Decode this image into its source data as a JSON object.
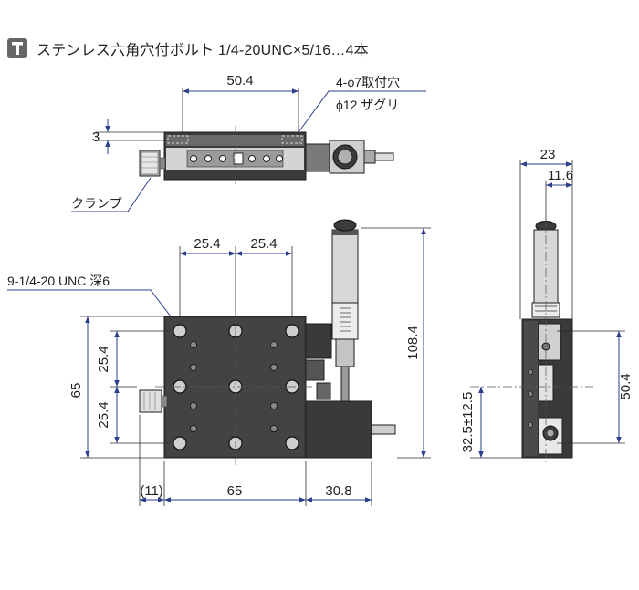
{
  "header": {
    "icon": "t-icon",
    "icon_letter": "T",
    "title": "ステンレス六角穴付ボルト 1/4-20UNC×5/16…4本"
  },
  "top_view": {
    "dim_width": "50.4",
    "dim_thickness": "3",
    "hole_note_1": "4-ϕ7取付穴",
    "hole_note_2": "ϕ12 ザグリ",
    "clamp_label": "クランプ"
  },
  "front_view": {
    "dim_pitch_x_left": "25.4",
    "dim_pitch_x_right": "25.4",
    "tapped_holes_note": "9-1/4-20 UNC 深6",
    "dim_pitch_y_upper": "25.4",
    "dim_pitch_y_lower": "25.4",
    "dim_height": "65",
    "dim_total_height": "108.4",
    "dim_clamp_offset": "(11)",
    "dim_width": "65",
    "dim_micrometer_offset": "30.8"
  },
  "side_view": {
    "dim_width": "23",
    "dim_offset": "11.6",
    "dim_height": "50.4",
    "dim_travel": "32.5±12.5"
  },
  "colors": {
    "dimension_line": "#2b3f8c",
    "body": "#3a3a3a",
    "icon_bg": "#666666"
  }
}
